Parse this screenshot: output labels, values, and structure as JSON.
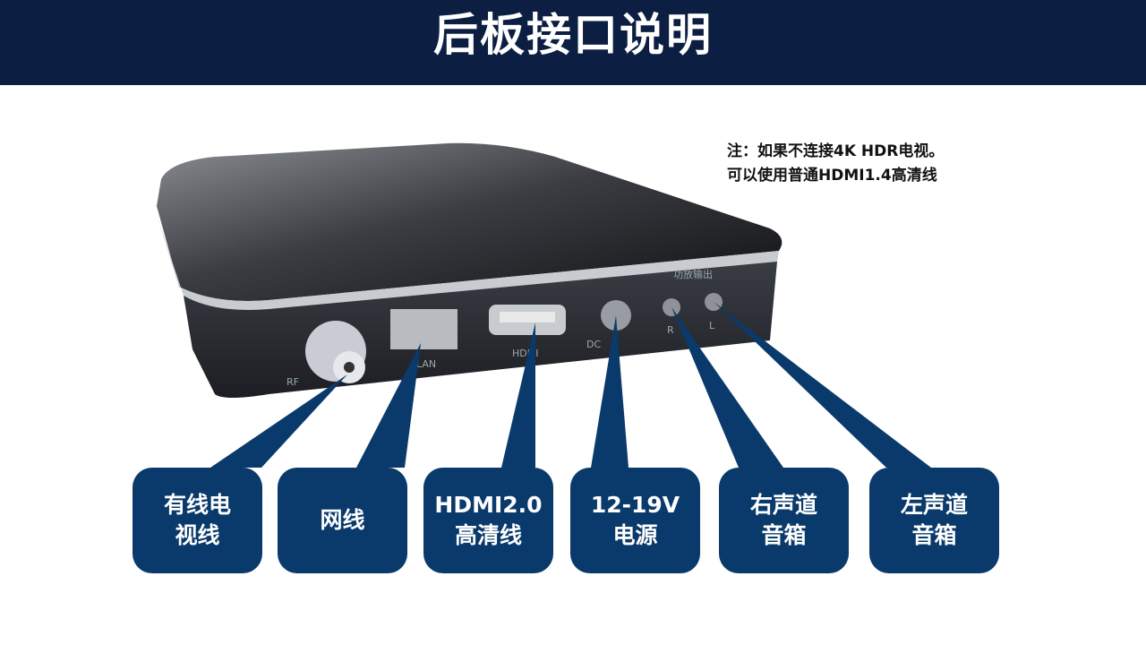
{
  "title": "后板接口说明",
  "note": {
    "line1": "注：如果不连接4K HDR电视。",
    "line2": "可以使用普通HDMI1.4高清线"
  },
  "device_labels": {
    "rf": "RF",
    "lan": "LAN",
    "hdmi": "HDMI",
    "dc": "DC",
    "r": "R",
    "l": "L",
    "amp": "功放输出"
  },
  "callouts": [
    {
      "label": "有线电\n视线"
    },
    {
      "label": "网线"
    },
    {
      "label": "HDMI2.0\n高清线"
    },
    {
      "label": "12-19V\n电源"
    },
    {
      "label": "右声道\n音箱"
    },
    {
      "label": "左声道\n音箱"
    }
  ],
  "colors": {
    "header": "#0c1e42",
    "callout": "#0a3a6b"
  }
}
